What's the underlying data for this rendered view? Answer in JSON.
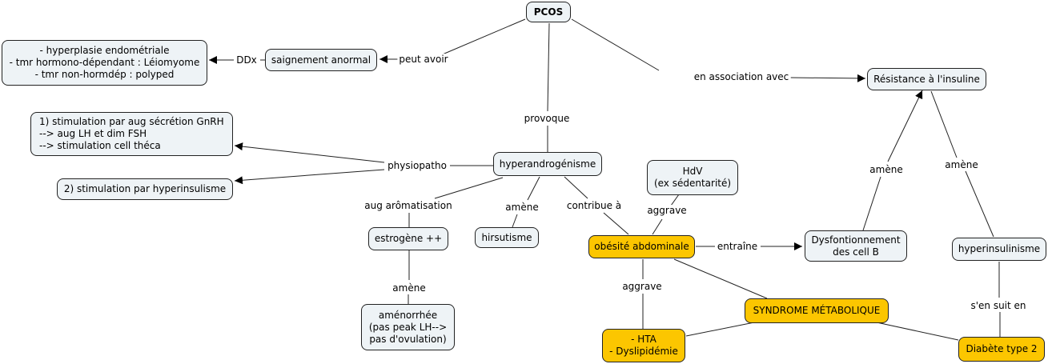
{
  "map_title": "PCOS",
  "concepts": {
    "pcos": "PCOS",
    "saignement": "saignement anormal",
    "ddx_list": "- hyperplasie endométriale\n- tmr hormono-dépendant : Léiomyome\n- tmr non-hormdép : polyped",
    "resistance": "Résistance à l'insuline",
    "stim1": "1) stimulation par aug sécrétion GnRH\n--> aug LH et dim FSH\n--> stimulation cell théca",
    "stim2": "2) stimulation par hyperinsulisme",
    "hyperandro": "hyperandrogénisme",
    "hdv": "HdV\n(ex sédentarité)",
    "estrogene": "estrogène ++",
    "hirsutisme": "hirsutisme",
    "obesite": "obésité abdominale",
    "dysfonction": "Dysfontionnement\ndes cell B",
    "hyperinsulinisme": "hyperinsulinisme",
    "amenorrhee": "aménorrhée\n(pas peak LH-->\npas d'ovulation)",
    "syndrome": "SYNDROME MÉTABOLIQUE",
    "hta": "- HTA\n- Dyslipidémie",
    "diabete": "Diabète type 2"
  },
  "link_labels": {
    "peut_avoir": "peut avoir",
    "ddx": "DDx",
    "en_association": "en association avec",
    "provoque": "provoque",
    "physiopatho": "physiopatho",
    "aug_aromatisation": "aug arômatisation",
    "amene_hirsutisme": "amène",
    "contribue": "contribue à",
    "aggrave_hdv": "aggrave",
    "entraine": "entraîne",
    "amene_dysfonction": "amène",
    "amene_hyperinsulinisme": "amène",
    "amene_amenorrhee": "amène",
    "aggrave_hta": "aggrave",
    "sen_suit": "s'en suit en"
  },
  "colors": {
    "concept_fill": "#eef3f6",
    "highlight_fill": "#fcc600",
    "line": "#222222"
  }
}
